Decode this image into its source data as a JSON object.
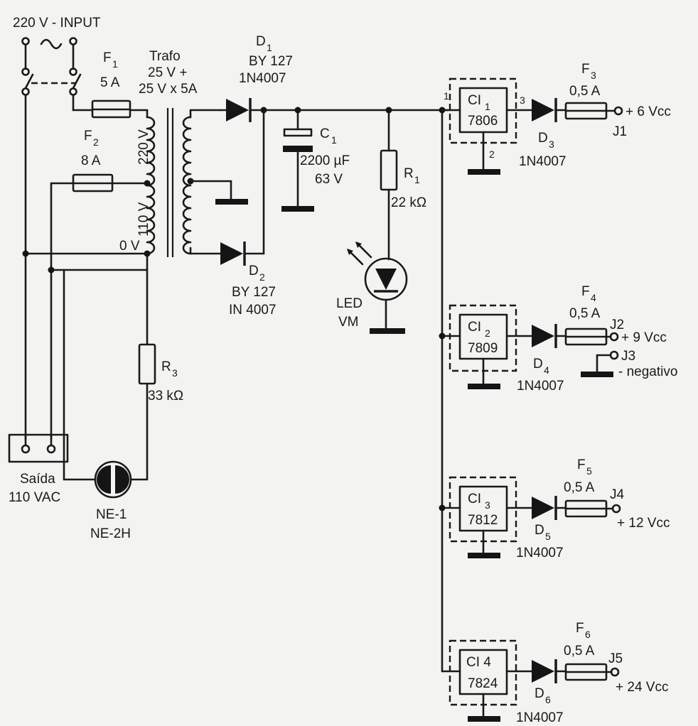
{
  "input": {
    "label": "220 V - INPUT",
    "symbol": "~"
  },
  "fuses": {
    "f1": {
      "name": "F",
      "sub": "1",
      "rating": "5 A"
    },
    "f2": {
      "name": "F",
      "sub": "2",
      "rating": "8 A"
    },
    "f3": {
      "name": "F",
      "sub": "3",
      "rating": "0,5 A"
    },
    "f4": {
      "name": "F",
      "sub": "4",
      "rating": "0,5 A"
    },
    "f5": {
      "name": "F",
      "sub": "5",
      "rating": "0,5 A"
    },
    "f6": {
      "name": "F",
      "sub": "6",
      "rating": "0,5 A"
    }
  },
  "transformer": {
    "name": "Trafo",
    "rating_line1": "25 V +",
    "rating_line2": "25 V x 5A",
    "tap_220": "220 V",
    "tap_110": "110 V",
    "tap_0": "0 V"
  },
  "diodes": {
    "d1": {
      "name": "D",
      "sub": "1",
      "line1": "BY 127",
      "line2": "1N4007"
    },
    "d2": {
      "name": "D",
      "sub": "2",
      "line1": "BY 127",
      "line2": "IN 4007"
    },
    "d3": {
      "name": "D",
      "sub": "3",
      "part": "1N4007"
    },
    "d4": {
      "name": "D",
      "sub": "4",
      "part": "1N4007"
    },
    "d5": {
      "name": "D",
      "sub": "5",
      "part": "1N4007"
    },
    "d6": {
      "name": "D",
      "sub": "6",
      "part": "1N4007"
    }
  },
  "capacitor": {
    "name": "C",
    "sub": "1",
    "value": "2200 µF",
    "voltage": "63 V"
  },
  "resistors": {
    "r1": {
      "name": "R",
      "sub": "1",
      "value": "22 kΩ"
    },
    "r3": {
      "name": "R",
      "sub": "3",
      "value": "33 kΩ"
    }
  },
  "led": {
    "line1": "LED",
    "line2": "VM"
  },
  "regulators": {
    "ci1": {
      "name": "CI",
      "sub": "1",
      "part": "7806",
      "pin_in": "1",
      "pin_out": "3",
      "pin_gnd": "2"
    },
    "ci2": {
      "name": "CI",
      "sub": "2",
      "part": "7809"
    },
    "ci3": {
      "name": "CI",
      "sub": "3",
      "part": "7812"
    },
    "ci4": {
      "name": "CI 4",
      "part": "7824"
    }
  },
  "outputs": {
    "j1": {
      "jack": "J1",
      "voltage": "+ 6 Vcc"
    },
    "j2": {
      "jack": "J2",
      "voltage": "+ 9 Vcc"
    },
    "j3": {
      "jack": "J3",
      "voltage": "- negativo"
    },
    "j4": {
      "jack": "J4",
      "voltage": "+ 12 Vcc"
    },
    "j5": {
      "jack": "J5",
      "voltage": "+ 24 Vcc"
    }
  },
  "outlet": {
    "line1": "Saída",
    "line2": "110 VAC"
  },
  "neon": {
    "line1": "NE-1",
    "line2": "NE-2H"
  }
}
